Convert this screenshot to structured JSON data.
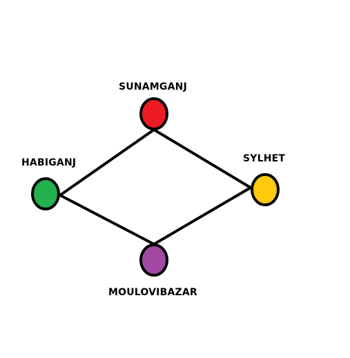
{
  "nodes": [
    {
      "id": "sunamganj",
      "label": "SUNAMGANJ",
      "color": "#ed1c24"
    },
    {
      "id": "habiganj",
      "label": "HABIGANJ",
      "color": "#22b14c"
    },
    {
      "id": "sylhet",
      "label": "SYLHET",
      "color": "#ffc90e"
    },
    {
      "id": "moulovibazar",
      "label": "MOULOVIBAZAR",
      "color": "#a349a4"
    }
  ],
  "edges": [
    {
      "from": "sunamganj",
      "to": "habiganj"
    },
    {
      "from": "sunamganj",
      "to": "sylhet"
    },
    {
      "from": "habiganj",
      "to": "moulovibazar"
    },
    {
      "from": "sylhet",
      "to": "moulovibazar"
    }
  ],
  "style": {
    "edge_color": "#000000",
    "node_outline": "#000000",
    "background": "#ffffff"
  }
}
